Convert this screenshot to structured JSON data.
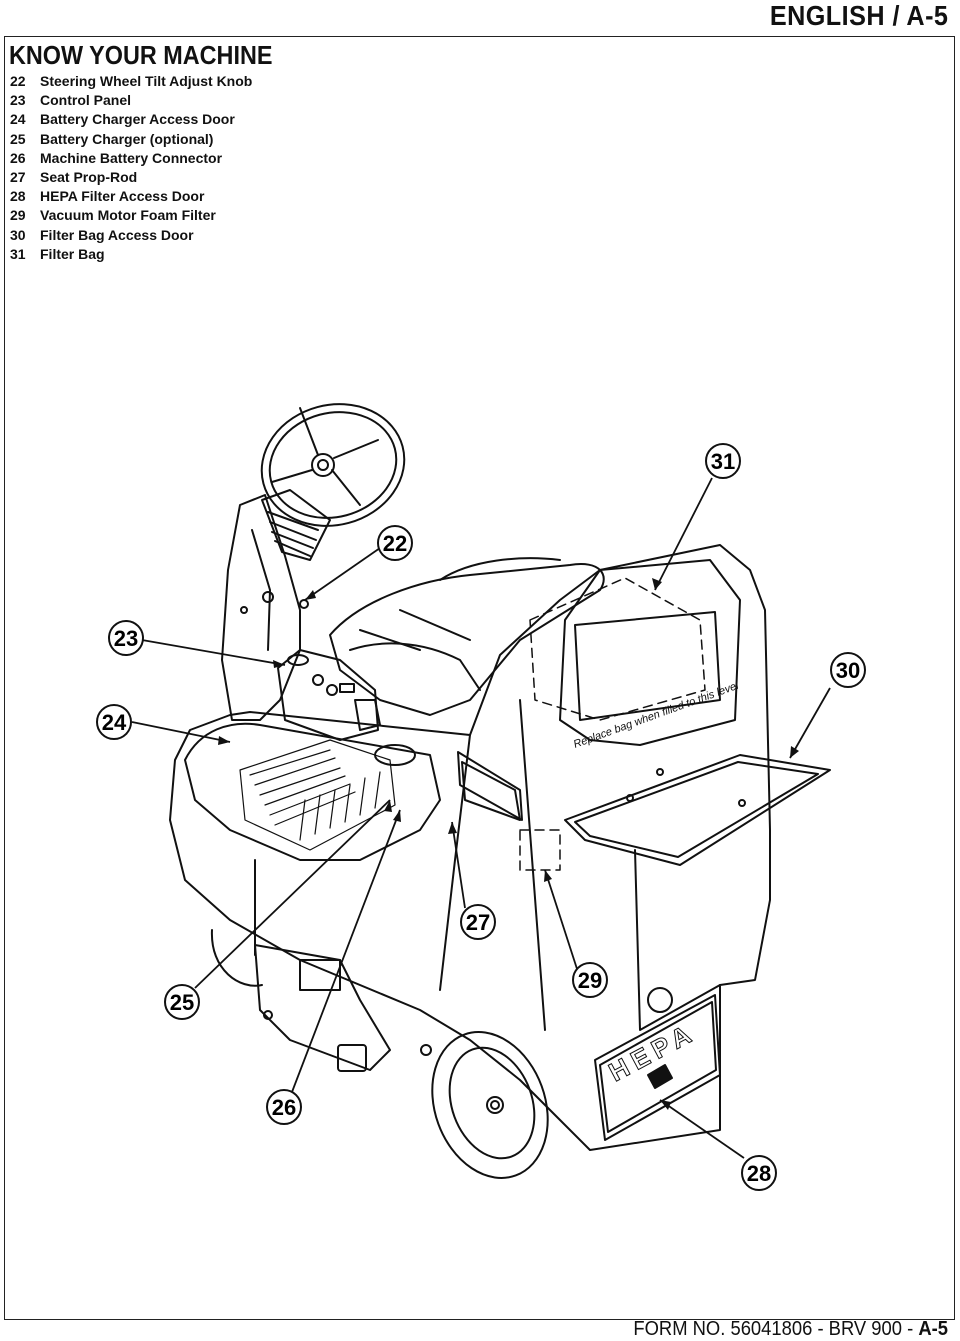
{
  "header": {
    "title": "ENGLISH / A-5"
  },
  "section": {
    "title": "KNOW YOUR MACHINE"
  },
  "legend": [
    {
      "num": "22",
      "label": "Steering Wheel Tilt Adjust Knob"
    },
    {
      "num": "23",
      "label": "Control Panel"
    },
    {
      "num": "24",
      "label": "Battery Charger Access Door"
    },
    {
      "num": "25",
      "label": "Battery Charger (optional)"
    },
    {
      "num": "26",
      "label": "Machine Battery Connector"
    },
    {
      "num": "27",
      "label": "Seat Prop-Rod"
    },
    {
      "num": "28",
      "label": "HEPA Filter Access Door"
    },
    {
      "num": "29",
      "label": "Vacuum Motor Foam Filter"
    },
    {
      "num": "30",
      "label": "Filter Bag Access Door"
    },
    {
      "num": "31",
      "label": "Filter Bag"
    }
  ],
  "callouts": [
    "22",
    "23",
    "24",
    "25",
    "26",
    "27",
    "28",
    "29",
    "30",
    "31"
  ],
  "drawing_text": {
    "hepa": "HEPA",
    "bag_notice": "Replace bag when filled to this level"
  },
  "footer": {
    "form": "FORM NO. 56041806 - BRV 900 - ",
    "page": "A-5"
  }
}
